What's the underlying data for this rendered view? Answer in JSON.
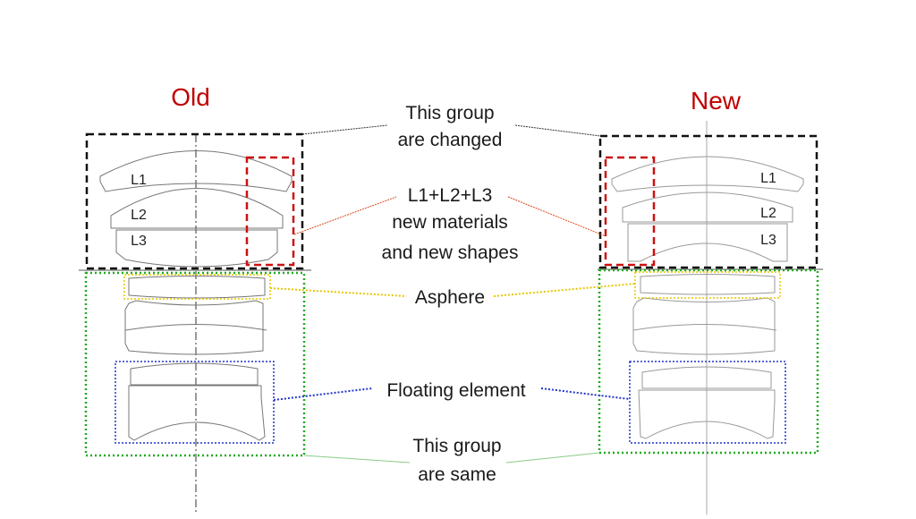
{
  "headings": {
    "old": "Old",
    "new": "New"
  },
  "lens_labels": {
    "l1": "L1",
    "l2": "L2",
    "l3": "L3"
  },
  "annotations": {
    "changed_group_line1": "This group",
    "changed_group_line2": "are changed",
    "lenses_line1": "L1+L2+L3",
    "lenses_line2": "new materials",
    "lenses_line3": "and new shapes",
    "asphere": "Asphere",
    "floating": "Floating element",
    "same_group_line1": "This group",
    "same_group_line2": "are same"
  },
  "colors": {
    "heading": "#c00000",
    "changed_group": "#111111",
    "lenses_box": "#cc1111",
    "lenses_leader": "#d94a1a",
    "asphere": "#e6c700",
    "floating": "#2233cc",
    "same_group": "#22aa22",
    "lens_outline": "#777777"
  }
}
